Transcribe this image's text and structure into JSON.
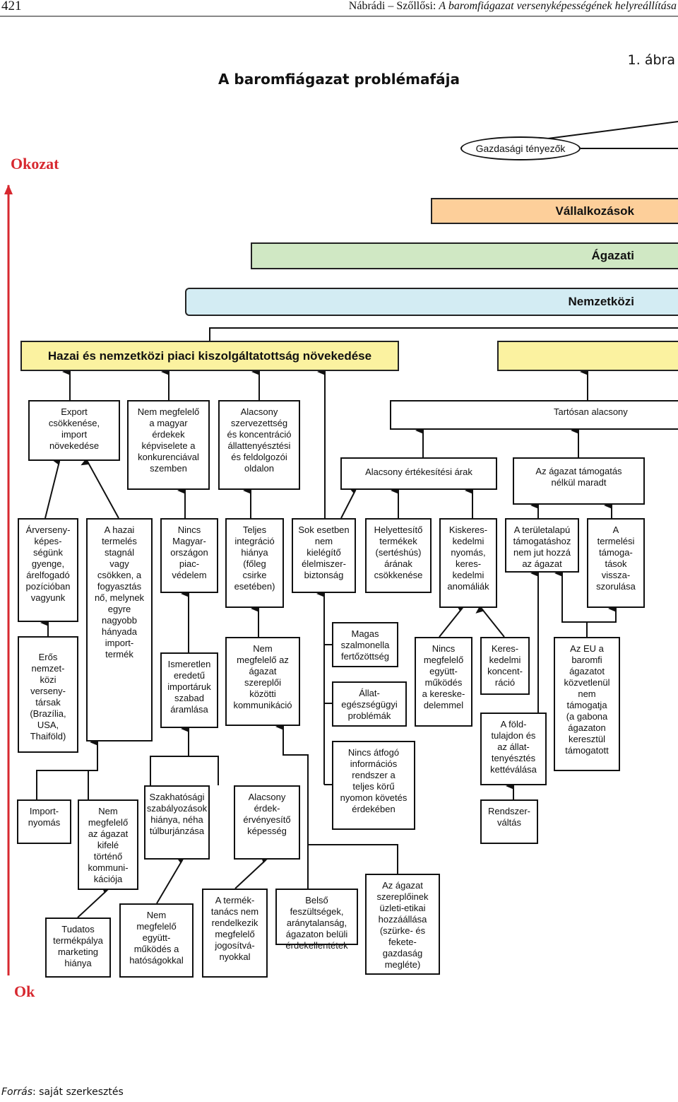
{
  "header": {
    "page_number": "421",
    "authors": "Nábrádi – Szőllősi: ",
    "article_title": "A baromfiágazat versenyképességének helyreállítása"
  },
  "figure_label": "1. ábra",
  "title": "A baromfiágazat problémafája",
  "axis": {
    "top": "Okozat",
    "bottom": "Ok",
    "color": "#d7282f"
  },
  "ellipse": "Gazdasági tényezők",
  "bands": {
    "vallalkozasok": {
      "label": "Vállalkozások",
      "color": "#fdcf9a"
    },
    "agazati": {
      "label": "Ágazati",
      "color": "#d0e8c4"
    },
    "nemzetkozi": {
      "label": "Nemzetközi",
      "color": "#d3ecf3"
    }
  },
  "effects": {
    "hazai": {
      "label": "Hazai és nemzetközi piaci kiszolgáltatottság növekedése",
      "color": "#fbf2a0"
    },
    "right_yellow": {
      "label": ""
    }
  },
  "boxes": {
    "export": "Export\ncsökkenése,\nimport\nnövekedése",
    "nem_megfelelo_magyar": "Nem megfelelő\na magyar\nérdekek\nképviselete a\nkonkurenciával\nszemben",
    "alacsony_szervezettseg": "Alacsony\nszervezettség\nés koncentráció\nállattenyésztési\nés feldolgozói\noldalon",
    "tartosan": "Tartósan alacsony",
    "ertekesitesi": "Alacsony értékesítési árak",
    "tamogatas": "Az ágazat támogatás\nnélkül maradt",
    "arverseny": "Árverseny-\nképes-\nségünk\ngyenge,\nárelfogadó\npozícióban\nvagyunk",
    "hazai_termeles": "A hazai\ntermelés\nstagnál\nvagy\ncsökken, a\nfogyasztás\nnő, melynek\negyre\nnagyobb\nhányada\nimport-\ntermék",
    "piacvedelem": "Nincs\nMagyar-\nországon\npiac-\nvédelem",
    "integracio": "Teljes\nintegráció\nhiánya\n(főleg\ncsirke\nesetében)",
    "sok_esetben": "Sok esetben\nnem\nkielégítő\nélelmiszer-\nbiztonság",
    "helyettesito": "Helyettesítő\ntermékek\n(sertéshús)\nárának\ncsökkenése",
    "kiskeres": "Kiskeres-\nkedelmi\nnyomás,\nkeres-\nkedelmi\nanomáliák",
    "teruletalapu": "A területalapú\ntámogatáshoz\nnem jut hozzá\naz ágazat",
    "termelesi": "A\ntermelési\ntámoga-\ntások\nvissza-\nszorulása",
    "eros": "Erős\nnemzet-\nközi\nverseny-\ntársak\n(Brazília,\nUSA,\nThaiföld)",
    "ismeretlen": "Ismeretlen\neredetű\nimportáruk\nszabad\náramlása",
    "kommunikacio": "Nem\nmegfelelő az\nágazat\nszereplői\nközötti\nkommunikáció",
    "szalmonella": "Magas\nszalmonella\nfertőzöttség",
    "allategeszseg": "Állat-\negészségügyi\nproblémák",
    "informacios": "Nincs átfogó\ninformációs\nrendszer a\nteljes körű\nnyomon követés\nérdekében",
    "egyuttmukodes_keresk": "Nincs\nmegfelelő\negyütt-\nműködés\na kereske-\ndelemmel",
    "koncentracio": "Keres-\nkedelmi\nkoncent-\nráció",
    "foldtulajdon": "A föld-\ntulajdon és\naz állat-\ntenyésztés\nkettéválása",
    "eu": "Az EU a\nbaromfi\nágazatot\nközvetlenül\nnem\ntámogatja\n(a gabona\nágazaton\nkeresztül\ntámogatott",
    "rendszervaltas": "Rendszer-\nváltás",
    "importnyomas": "Import-\nnyomás",
    "kifele": "Nem\nmegfelelő\naz ágazat\nkifelé\ntörténő\nkommuni-\nkációja",
    "szakhatosagi": "Szakhatósági\nszabályozások\nhiánya, néha\ntúlburjánzása",
    "erdekervenyesito": "Alacsony\nérdek-\nérvényesítő\nképesség",
    "tudatos": "Tudatos\ntermékpálya\nmarketing\nhiánya",
    "hatosagokkal": "Nem\nmegfelelő\negyütt-\nműködés a\nhatóságokkal",
    "termektanacs": "A termék-\ntanács nem\nrendelkezik\nmegfelelő\njogosítvá-\nnyokkal",
    "belso": "Belső\nfeszültségek,\naránytalanság,\nágazaton belüli\nérdekellentétek",
    "uzleti_etikai": "Az ágazat\nszereplőinek\nüzleti-etikai\nhozzáállása\n(szürke- és\nfekete-\ngazdaság\nmegléte)"
  },
  "source": {
    "label": "Forrás",
    "text": ": saját szerkesztés"
  }
}
